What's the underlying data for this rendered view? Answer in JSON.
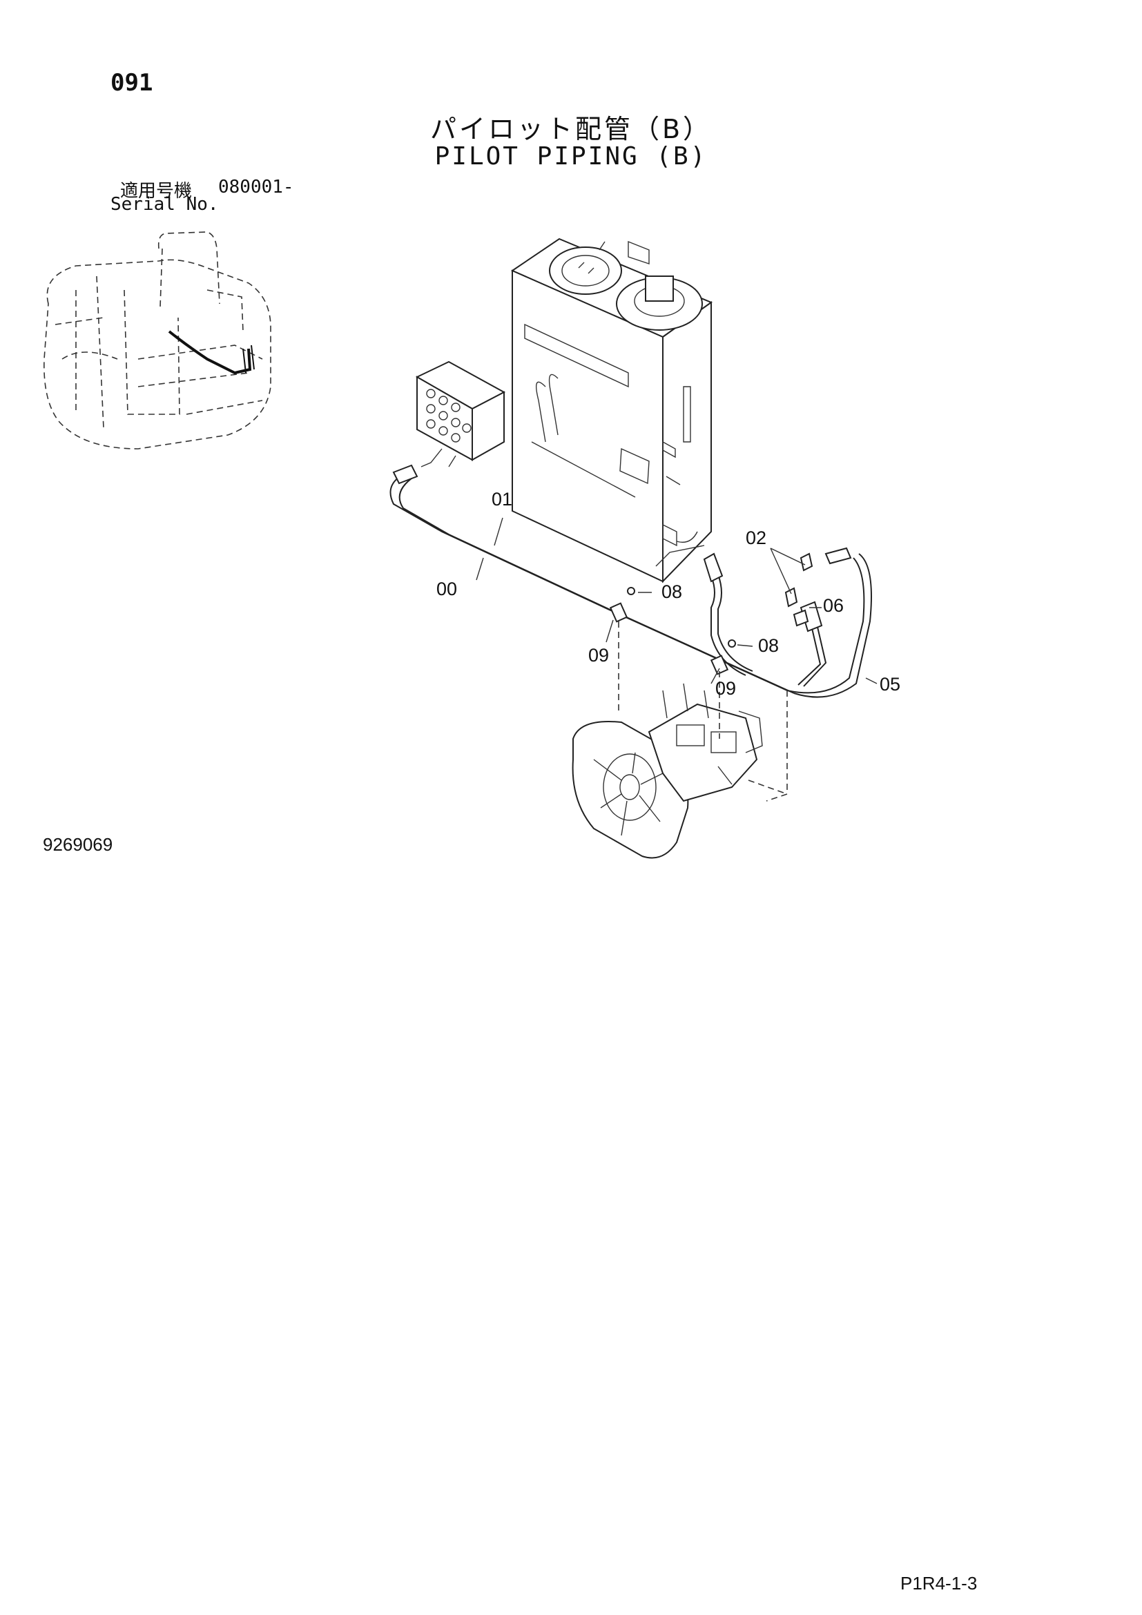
{
  "header": {
    "page_number": "091",
    "title_jp": "パイロット配管（B）",
    "title_en": "PILOT PIPING (B)"
  },
  "serial": {
    "label_jp": "適用号機",
    "value": "080001-",
    "label_en": "Serial No."
  },
  "callouts": [
    {
      "id": "c01",
      "label": "01"
    },
    {
      "id": "c00",
      "label": "00"
    },
    {
      "id": "c08a",
      "label": "08"
    },
    {
      "id": "c09a",
      "label": "09"
    },
    {
      "id": "c02",
      "label": "02"
    },
    {
      "id": "c06",
      "label": "06"
    },
    {
      "id": "c08b",
      "label": "08"
    },
    {
      "id": "c09b",
      "label": "09"
    },
    {
      "id": "c05",
      "label": "05"
    }
  ],
  "footer": {
    "figure_number": "9269069",
    "page_ref": "P1R4-1-3"
  }
}
